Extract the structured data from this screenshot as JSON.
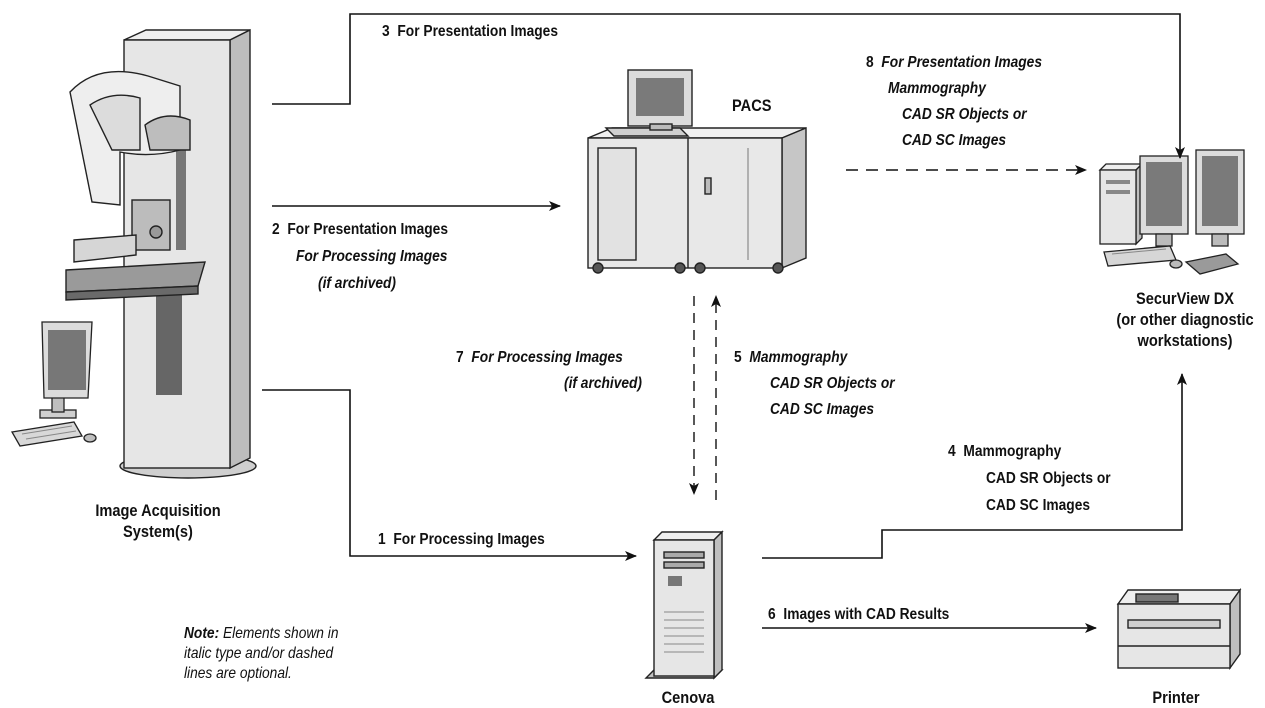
{
  "devices": {
    "acquisition": {
      "label_line1": "Image Acquisition",
      "label_line2": "System(s)"
    },
    "pacs": {
      "label": "PACS"
    },
    "securview": {
      "label_line1": "SecurView DX",
      "label_line2": "(or other diagnostic",
      "label_line3": "workstations)"
    },
    "cenova": {
      "label": "Cenova"
    },
    "printer": {
      "label": "Printer"
    }
  },
  "flows": {
    "f1": {
      "num": "1",
      "line1": "For Processing Images"
    },
    "f2": {
      "num": "2",
      "line1": "For Presentation Images",
      "line2": "For Processing Images",
      "line3": "(if archived)"
    },
    "f3": {
      "num": "3",
      "line1": "For Presentation Images"
    },
    "f4": {
      "num": "4",
      "line1": "Mammography",
      "line2": "CAD SR Objects or",
      "line3": "CAD SC Images"
    },
    "f5": {
      "num": "5",
      "line1": "Mammography",
      "line2": "CAD SR Objects or",
      "line3": "CAD SC Images"
    },
    "f6": {
      "num": "6",
      "line1": "Images with CAD Results"
    },
    "f7": {
      "num": "7",
      "line1": "For Processing Images",
      "line2": "(if archived)"
    },
    "f8": {
      "num": "8",
      "line1": "For Presentation Images",
      "line2": "Mammography",
      "line3": "CAD SR Objects or",
      "line4": "CAD SC Images"
    }
  },
  "note": {
    "title": "Note:",
    "line1": "Elements shown in",
    "line2": "italic type and/or dashed",
    "line3": "lines are optional."
  }
}
